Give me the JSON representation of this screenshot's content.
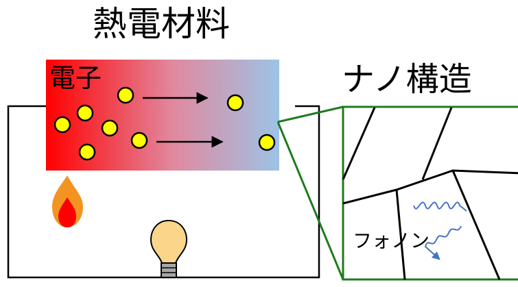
{
  "labels": {
    "thermoelectric_material": "熱電材料",
    "electron": "電子",
    "nanostructure": "ナノ構造",
    "phonon": "フォノン"
  },
  "colors": {
    "material_gradient_hot": "#ff0000",
    "material_gradient_cold": "#9dc3e6",
    "electron_fill": "#ffff00",
    "zoom_frame": "#1e7b1e",
    "circuit_line": "#000000",
    "flame_outer": "#f39422",
    "flame_inner": "#ff0000",
    "bulb_glass": "#fbd68a",
    "bulb_base": "#a6a6a6",
    "phonon_wave": "#4472c4"
  },
  "icons": [
    "flame-icon",
    "light-bulb-icon",
    "phonon-wave-icon",
    "electron-arrow"
  ]
}
